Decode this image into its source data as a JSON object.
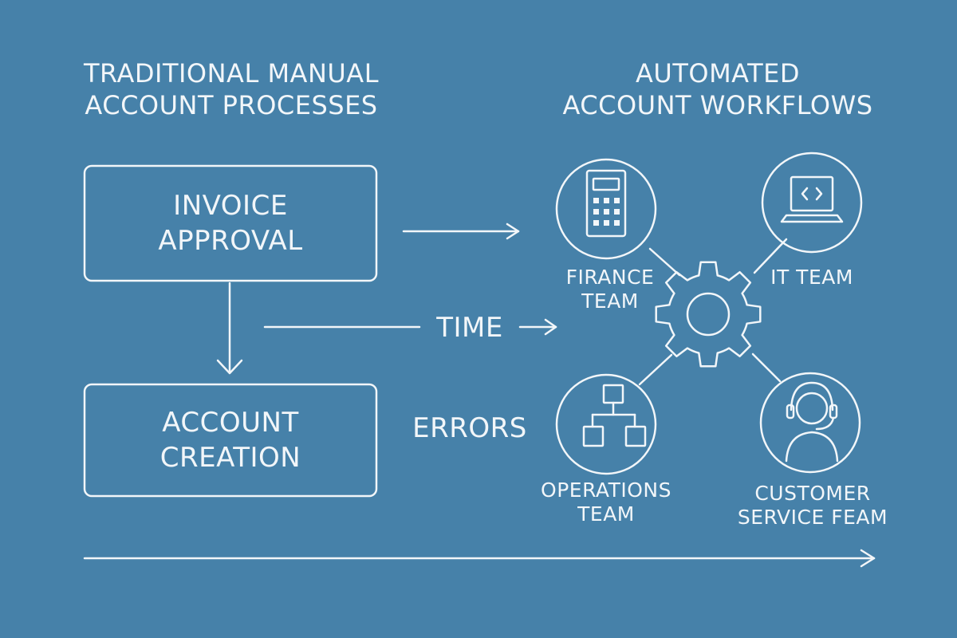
{
  "left_heading": [
    "TRADITIONAL MANUAL",
    "ACCOUNT PROCESSES"
  ],
  "right_heading": [
    "AUTOMATED",
    "ACCOUNT WORKFLOWS"
  ],
  "boxes": {
    "invoice": [
      "INVOICE",
      "APPROVAL"
    ],
    "account": [
      "ACCOUNT",
      "CREATION"
    ]
  },
  "labels": {
    "time": "TIME",
    "errors": "ERRORS"
  },
  "teams": {
    "finance": [
      "FIRANCE",
      "TEAM"
    ],
    "it": [
      "IT TEAM"
    ],
    "operations": [
      "OPERATIONS",
      "TEAM"
    ],
    "customer_service": [
      "CUSTOMER",
      "SERVICE FEAM"
    ]
  },
  "icons": {
    "finance": "calculator-icon",
    "it": "laptop-icon",
    "operations": "org-chart-icon",
    "customer_service": "headset-agent-icon",
    "hub": "gear-icon"
  },
  "colors": {
    "background": "#4681a9",
    "stroke": "#f2f6f9"
  }
}
